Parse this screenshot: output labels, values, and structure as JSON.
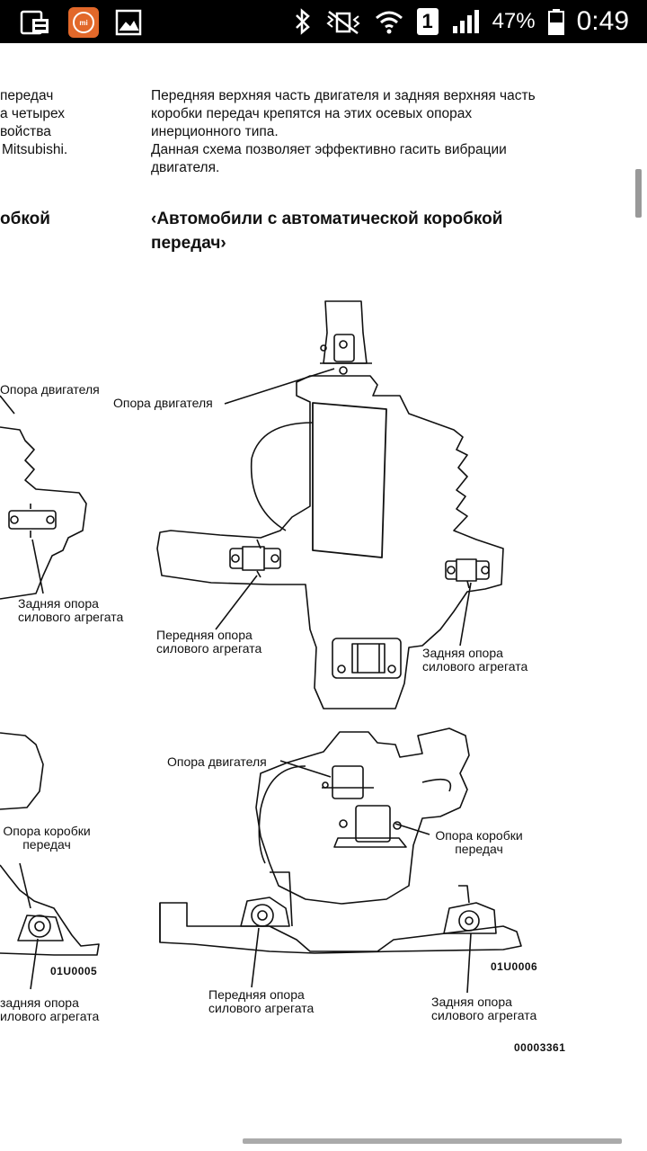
{
  "status_bar": {
    "battery_percent": "47%",
    "time": "0:49",
    "notification_icons": [
      "sim-card-icon",
      "mi-app-icon",
      "gallery-icon"
    ],
    "system_icons": [
      "bluetooth-icon",
      "vibrate-mute-icon",
      "wifi-icon",
      "sim-1-icon",
      "signal-icon",
      "battery-icon"
    ],
    "sim_label": "1"
  },
  "left_column": {
    "text_lines": [
      "передач",
      "а четырех",
      "войства",
      "Mitsubishi."
    ],
    "heading_fragment": "обкой",
    "diagram_top": {
      "label_engine_mount": "Опора двигателя",
      "label_rear_mount": [
        "Задняя опора",
        "силового агрегата"
      ]
    },
    "diagram_bottom": {
      "label_gearbox_mount": [
        "Опора коробки",
        "передач"
      ],
      "code": "01U0005",
      "label_rear_mount": [
        "задняя опора",
        "илового агрегата"
      ]
    }
  },
  "right_column": {
    "paragraph_lines": [
      "Передняя верхняя часть двигателя и задняя верхняя часть",
      "коробки передач крепятся на этих осевых опорах",
      "инерционного типа.",
      "Данная схема позволяет эффективно гасить вибрации",
      "двигателя."
    ],
    "heading_lines": [
      "‹Автомобили с автоматической коробкой",
      "передач›"
    ],
    "diagram_top": {
      "label_engine_mount": "Опора двигателя",
      "label_front_mount": [
        "Передняя опора",
        "силового агрегата"
      ],
      "label_rear_mount": [
        "Задняя опора",
        "силового агрегата"
      ]
    },
    "diagram_bottom": {
      "label_engine_mount": "Опора двигателя",
      "label_gearbox_mount": [
        "Опора коробки",
        "передач"
      ],
      "label_front_mount": [
        "Передняя опора",
        "силового агрегата"
      ],
      "label_rear_mount": [
        "Задняя опора",
        "силового агрегата"
      ],
      "code": "01U0006"
    },
    "figure_number": "00003361"
  }
}
